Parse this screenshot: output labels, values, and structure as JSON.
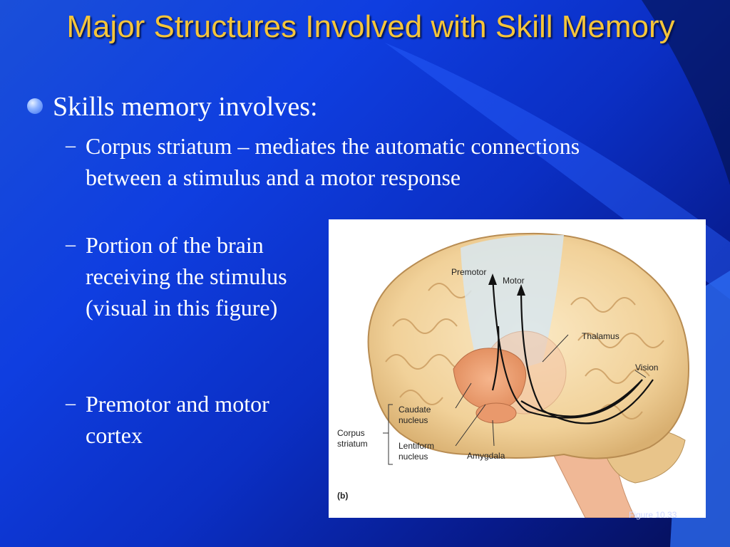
{
  "slide": {
    "title": "Major Structures Involved with Skill Memory",
    "bullet": "Skills memory involves:",
    "sub_bullets": [
      "Corpus striatum – mediates the automatic connections between a stimulus and a motor response",
      "Portion of the brain receiving the stimulus (visual in this figure)",
      "Premotor and motor cortex"
    ],
    "dash": "–"
  },
  "figure": {
    "panel_label": "(b)",
    "labels": {
      "premotor": "Premotor",
      "motor": "Motor",
      "thalamus": "Thalamus",
      "vision": "Vision",
      "caudate_1": "Caudate",
      "caudate_2": "nucleus",
      "corpus_1": "Corpus",
      "corpus_2": "striatum",
      "lentiform_1": "Lentiform",
      "lentiform_2": "nucleus",
      "amygdala": "Amygdala"
    },
    "caption": "Figure 10.33"
  },
  "colors": {
    "title": "#f5c53a",
    "background": "#0f3ee0",
    "text": "#ffffff"
  }
}
